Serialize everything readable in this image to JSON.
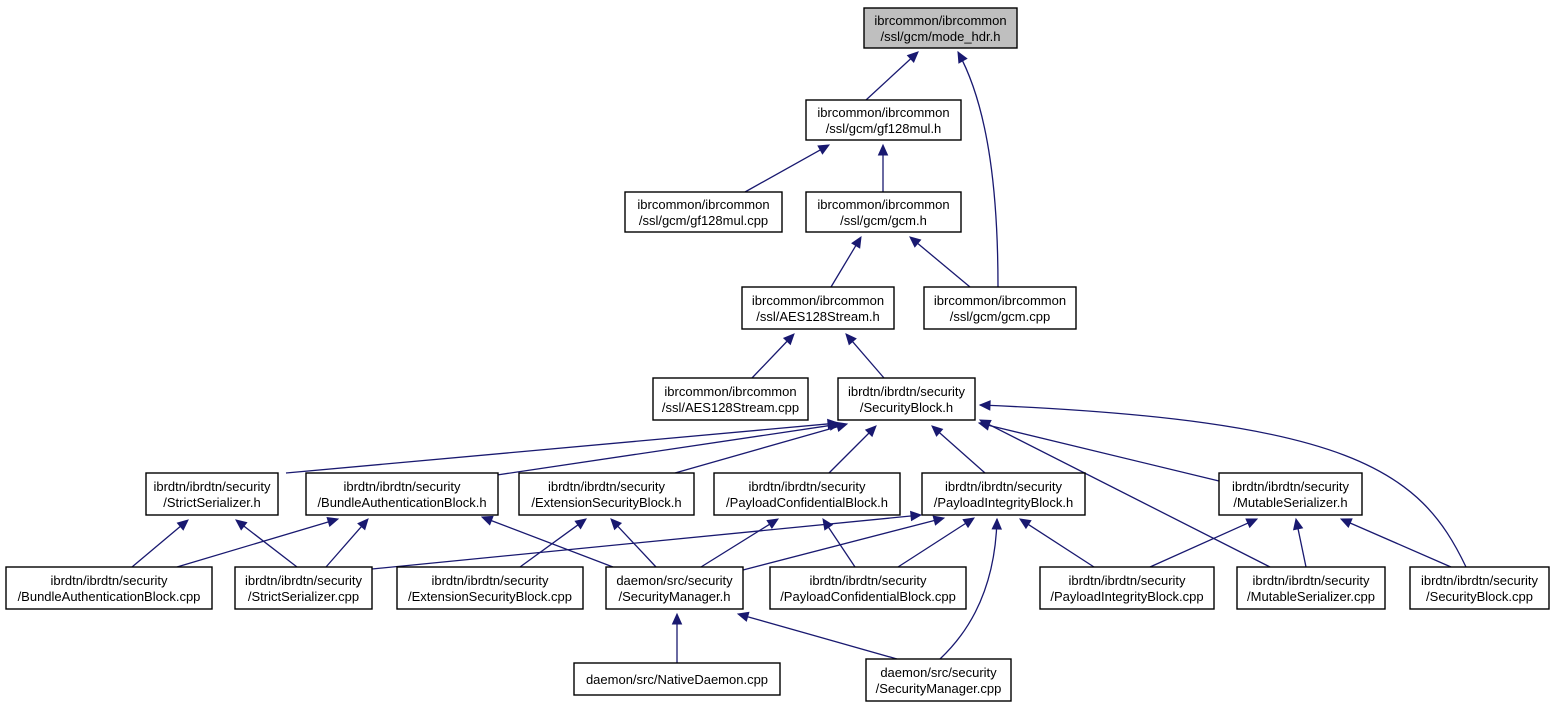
{
  "diagram": {
    "nodes": [
      {
        "id": "mode_hdr_h",
        "line1": "ibrcommon/ibrcommon",
        "line2": "/ssl/gcm/mode_hdr.h",
        "root": true
      },
      {
        "id": "gf128mul_h",
        "line1": "ibrcommon/ibrcommon",
        "line2": "/ssl/gcm/gf128mul.h"
      },
      {
        "id": "gf128mul_cpp",
        "line1": "ibrcommon/ibrcommon",
        "line2": "/ssl/gcm/gf128mul.cpp"
      },
      {
        "id": "gcm_h",
        "line1": "ibrcommon/ibrcommon",
        "line2": "/ssl/gcm/gcm.h"
      },
      {
        "id": "aes128stream_h",
        "line1": "ibrcommon/ibrcommon",
        "line2": "/ssl/AES128Stream.h"
      },
      {
        "id": "gcm_cpp",
        "line1": "ibrcommon/ibrcommon",
        "line2": "/ssl/gcm/gcm.cpp"
      },
      {
        "id": "aes128stream_cpp",
        "line1": "ibrcommon/ibrcommon",
        "line2": "/ssl/AES128Stream.cpp"
      },
      {
        "id": "securityblock_h",
        "line1": "ibrdtn/ibrdtn/security",
        "line2": "/SecurityBlock.h"
      },
      {
        "id": "strictserializer_h",
        "line1": "ibrdtn/ibrdtn/security",
        "line2": "/StrictSerializer.h"
      },
      {
        "id": "bab_h",
        "line1": "ibrdtn/ibrdtn/security",
        "line2": "/BundleAuthenticationBlock.h"
      },
      {
        "id": "esb_h",
        "line1": "ibrdtn/ibrdtn/security",
        "line2": "/ExtensionSecurityBlock.h"
      },
      {
        "id": "pcb_h",
        "line1": "ibrdtn/ibrdtn/security",
        "line2": "/PayloadConfidentialBlock.h"
      },
      {
        "id": "pib_h",
        "line1": "ibrdtn/ibrdtn/security",
        "line2": "/PayloadIntegrityBlock.h"
      },
      {
        "id": "mutableserializer_h",
        "line1": "ibrdtn/ibrdtn/security",
        "line2": "/MutableSerializer.h"
      },
      {
        "id": "bab_cpp",
        "line1": "ibrdtn/ibrdtn/security",
        "line2": "/BundleAuthenticationBlock.cpp"
      },
      {
        "id": "strictserializer_cpp",
        "line1": "ibrdtn/ibrdtn/security",
        "line2": "/StrictSerializer.cpp"
      },
      {
        "id": "esb_cpp",
        "line1": "ibrdtn/ibrdtn/security",
        "line2": "/ExtensionSecurityBlock.cpp"
      },
      {
        "id": "securitymanager_h",
        "line1": "daemon/src/security",
        "line2": "/SecurityManager.h"
      },
      {
        "id": "pcb_cpp",
        "line1": "ibrdtn/ibrdtn/security",
        "line2": "/PayloadConfidentialBlock.cpp"
      },
      {
        "id": "pib_cpp",
        "line1": "ibrdtn/ibrdtn/security",
        "line2": "/PayloadIntegrityBlock.cpp"
      },
      {
        "id": "mutableserializer_cpp",
        "line1": "ibrdtn/ibrdtn/security",
        "line2": "/MutableSerializer.cpp"
      },
      {
        "id": "securityblock_cpp",
        "line1": "ibrdtn/ibrdtn/security",
        "line2": "/SecurityBlock.cpp"
      },
      {
        "id": "nativedaemon_cpp",
        "line1": "daemon/src/NativeDaemon.cpp",
        "line2": ""
      },
      {
        "id": "securitymanager_cpp",
        "line1": "daemon/src/security",
        "line2": "/SecurityManager.cpp"
      }
    ],
    "edges": [
      {
        "from": "gf128mul_h",
        "to": "mode_hdr_h"
      },
      {
        "from": "gcm_cpp",
        "to": "mode_hdr_h"
      },
      {
        "from": "gf128mul_cpp",
        "to": "gf128mul_h"
      },
      {
        "from": "gcm_h",
        "to": "gf128mul_h"
      },
      {
        "from": "aes128stream_h",
        "to": "gcm_h"
      },
      {
        "from": "gcm_cpp",
        "to": "gcm_h"
      },
      {
        "from": "aes128stream_cpp",
        "to": "aes128stream_h"
      },
      {
        "from": "securityblock_h",
        "to": "aes128stream_h"
      },
      {
        "from": "strictserializer_h",
        "to": "securityblock_h"
      },
      {
        "from": "bab_h",
        "to": "securityblock_h"
      },
      {
        "from": "esb_h",
        "to": "securityblock_h"
      },
      {
        "from": "pcb_h",
        "to": "securityblock_h"
      },
      {
        "from": "pib_h",
        "to": "securityblock_h"
      },
      {
        "from": "mutableserializer_h",
        "to": "securityblock_h"
      },
      {
        "from": "mutableserializer_cpp",
        "to": "securityblock_h"
      },
      {
        "from": "securityblock_cpp",
        "to": "securityblock_h"
      },
      {
        "from": "securityblock_cpp",
        "to": "securityblock_h",
        "curve": true
      },
      {
        "from": "bab_cpp",
        "to": "strictserializer_h"
      },
      {
        "from": "strictserializer_cpp",
        "to": "strictserializer_h"
      },
      {
        "from": "bab_cpp",
        "to": "bab_h"
      },
      {
        "from": "strictserializer_cpp",
        "to": "bab_h"
      },
      {
        "from": "securitymanager_h",
        "to": "bab_h"
      },
      {
        "from": "esb_cpp",
        "to": "esb_h"
      },
      {
        "from": "securitymanager_h",
        "to": "esb_h"
      },
      {
        "from": "securitymanager_h",
        "to": "pcb_h"
      },
      {
        "from": "pcb_cpp",
        "to": "pcb_h"
      },
      {
        "from": "strictserializer_cpp",
        "to": "pib_h"
      },
      {
        "from": "securitymanager_h",
        "to": "pib_h"
      },
      {
        "from": "pcb_cpp",
        "to": "pib_h"
      },
      {
        "from": "pib_cpp",
        "to": "pib_h"
      },
      {
        "from": "securitymanager_cpp",
        "to": "pib_h"
      },
      {
        "from": "pib_cpp",
        "to": "mutableserializer_h"
      },
      {
        "from": "mutableserializer_cpp",
        "to": "mutableserializer_h"
      },
      {
        "from": "securityblock_cpp",
        "to": "mutableserializer_h"
      },
      {
        "from": "nativedaemon_cpp",
        "to": "securitymanager_h"
      },
      {
        "from": "securitymanager_cpp",
        "to": "securitymanager_h"
      }
    ]
  }
}
